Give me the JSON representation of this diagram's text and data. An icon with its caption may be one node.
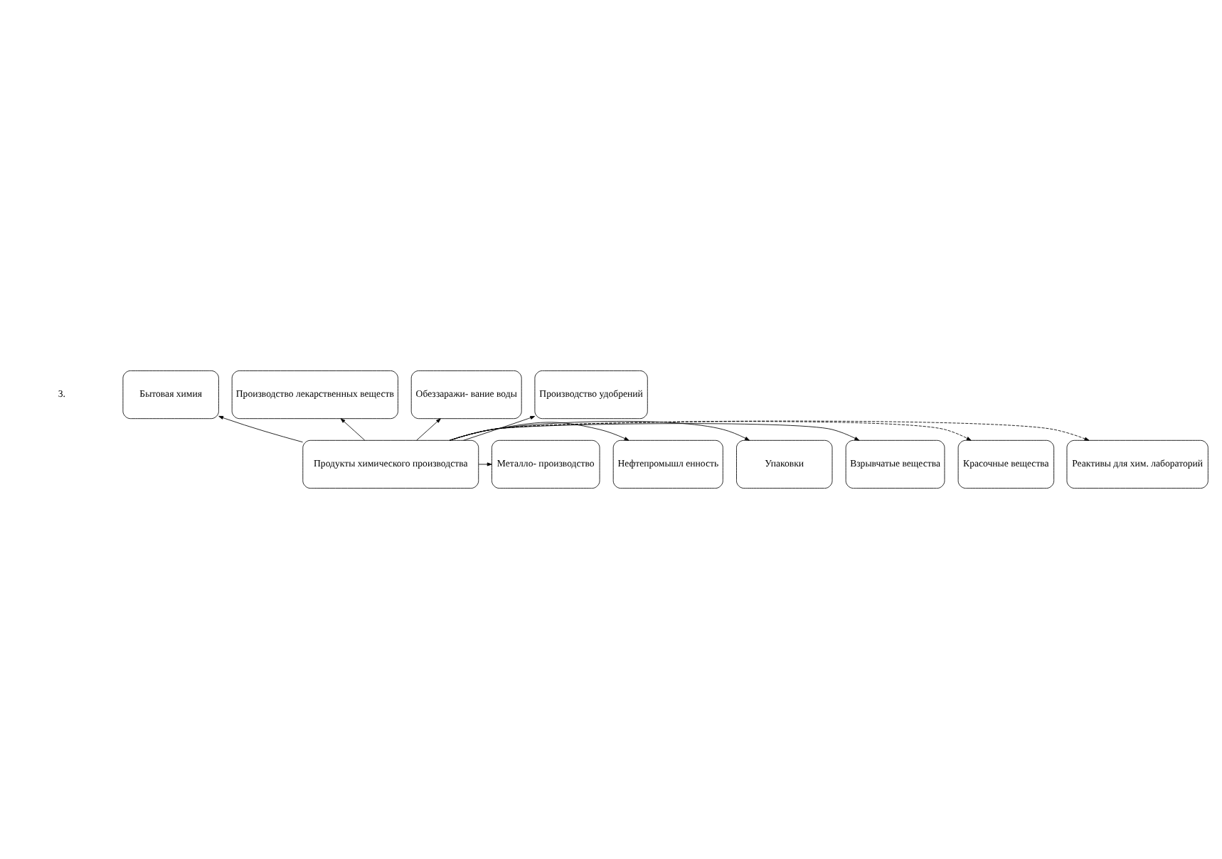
{
  "diagram": {
    "nodes": [
      {
        "text": [
          "Бытовая химия"
        ]
      },
      {
        "text": [
          "Производство лекарственных веществ"
        ]
      },
      {
        "text": [
          "Обеззаражи- вание воды"
        ]
      },
      {
        "text": [
          "Производство удобрений"
        ]
      },
      {
        "text": [
          "Реактивы для хим. лабораторий"
        ]
      },
      {
        "text": [
          "Продукты химического производства"
        ]
      },
      {
        "text": [
          "Красочные вещества"
        ]
      },
      {
        "text": [
          "Взрывчатые вещества"
        ]
      },
      {
        "text": [
          "Упаковки"
        ]
      },
      {
        "text": [
          "Нефтепромышл енность"
        ]
      },
      {
        "text": [
          "Металло- производство"
        ]
      }
    ],
    "edges": [
      {
        "from": 5,
        "to": 0,
        "arrow": "to"
      },
      {
        "from": 5,
        "to": 1,
        "arrow": "to"
      },
      {
        "from": 5,
        "to": 2,
        "arrow": "to"
      },
      {
        "from": 5,
        "to": 3,
        "arrow": "to"
      },
      {
        "from": 5,
        "to": 4,
        "arrow": "to",
        "style": "dashed"
      },
      {
        "from": 5,
        "to": 6,
        "arrow": "to",
        "style": "dashed"
      },
      {
        "from": 5,
        "to": 7,
        "arrow": "to"
      },
      {
        "from": 5,
        "to": 8,
        "arrow": "to"
      },
      {
        "from": 5,
        "to": 9,
        "arrow": "to"
      },
      {
        "from": 5,
        "to": 10,
        "arrow": "to"
      }
    ],
    "labels": [
      "3."
    ]
  }
}
